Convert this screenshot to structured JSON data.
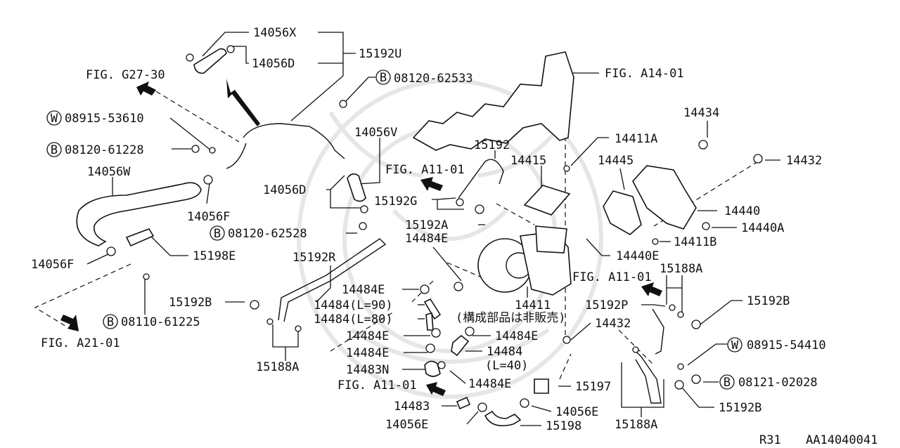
{
  "labels": {
    "l_14056X": "14056X",
    "l_15192U": "15192U",
    "l_14056D_top": "14056D",
    "l_fig_g27": "FIG. G27-30",
    "l_08120_62533": "08120-62533",
    "l_fig_a14": "FIG. A14-01",
    "l_08915_53610": "08915-53610",
    "l_08120_61228": "08120-61228",
    "l_14056V": "14056V",
    "l_15192_top": "15192",
    "l_14434": "14434",
    "l_14411A": "14411A",
    "l_14056W": "14056W",
    "l_fig_a11_a": "FIG. A11-01",
    "l_14415": "14415",
    "l_14445": "14445",
    "l_14432_top": "14432",
    "l_14056D_mid": "14056D",
    "l_15192G": "15192G",
    "l_14056F_right": "14056F",
    "l_14440": "14440",
    "l_08120_62528": "08120-62528",
    "l_15192A": "15192A",
    "l_14440A": "14440A",
    "l_14484E_a": "14484E",
    "l_14411B": "14411B",
    "l_14056F_left": "14056F",
    "l_15198E": "15198E",
    "l_15192R": "15192R",
    "l_14440E": "14440E",
    "l_15188A_right_top": "15188A",
    "l_fig_a11_b": "FIG. A11-01",
    "l_14484E_b": "14484E",
    "l_15192B_left": "15192B",
    "l_14484_90": "14484(L=90)",
    "l_14411": "14411",
    "l_15192P": "15192P",
    "l_15192B_right": "15192B",
    "l_14484_80": "14484(L=80)",
    "l_not_sold": "(構成部品は非販売)",
    "l_14432_bottom": "14432",
    "l_08110_61225": "08110-61225",
    "l_14484E_c": "14484E",
    "l_14484E_d": "14484E",
    "l_fig_a21": "FIG. A21-01",
    "l_14484E_e": "14484E",
    "l_14484_40a": "14484",
    "l_14484_40b": "(L=40)",
    "l_08915_54410": "08915-54410",
    "l_15188A_left": "15188A",
    "l_14483N": "14483N",
    "l_14484E_f": "14484E",
    "l_fig_a11_c": "FIG. A11-01",
    "l_15197": "15197",
    "l_08121_02028": "08121-02028",
    "l_14483": "14483",
    "l_14056E_right": "14056E",
    "l_15192B_bottom": "15192B",
    "l_14056E_left": "14056E",
    "l_15198": "15198",
    "l_15188A_bottom": "15188A",
    "l_r31": "R31",
    "l_code": "AA14040041"
  },
  "markers": {
    "b": "B",
    "w": "W"
  },
  "colors": {
    "ink": "#111111",
    "watermark": "#e6e6e6",
    "background": "#ffffff"
  }
}
